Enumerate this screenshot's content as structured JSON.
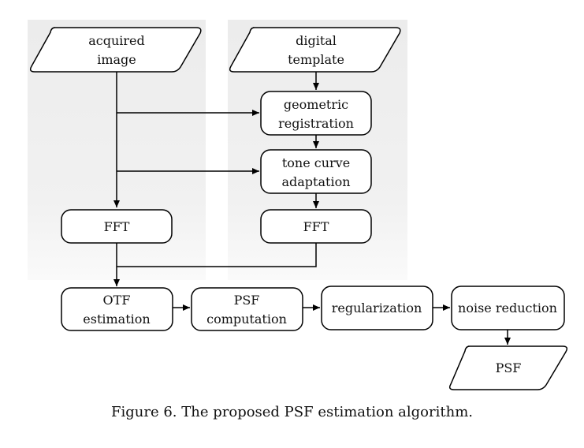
{
  "colors": {
    "panel": "#eeeeee",
    "box_fill": "#ffffff",
    "stroke": "#000000",
    "text": "#111111"
  },
  "nodes": {
    "acquired_image": {
      "line1": "acquired",
      "line2": "image"
    },
    "digital_template": {
      "line1": "digital",
      "line2": "template"
    },
    "geometric_registration": {
      "line1": "geometric",
      "line2": "registration"
    },
    "tone_curve": {
      "line1": "tone curve",
      "line2": "adaptation"
    },
    "fft_left": {
      "label": "FFT"
    },
    "fft_right": {
      "label": "FFT"
    },
    "otf_estimation": {
      "line1": "OTF",
      "line2": "estimation"
    },
    "psf_computation": {
      "line1": "PSF",
      "line2": "computation"
    },
    "regularization": {
      "label": "regularization"
    },
    "noise_reduction": {
      "label": "noise reduction"
    },
    "psf_output": {
      "label": "PSF"
    }
  },
  "caption": "Figure 6. The proposed PSF estimation algorithm."
}
